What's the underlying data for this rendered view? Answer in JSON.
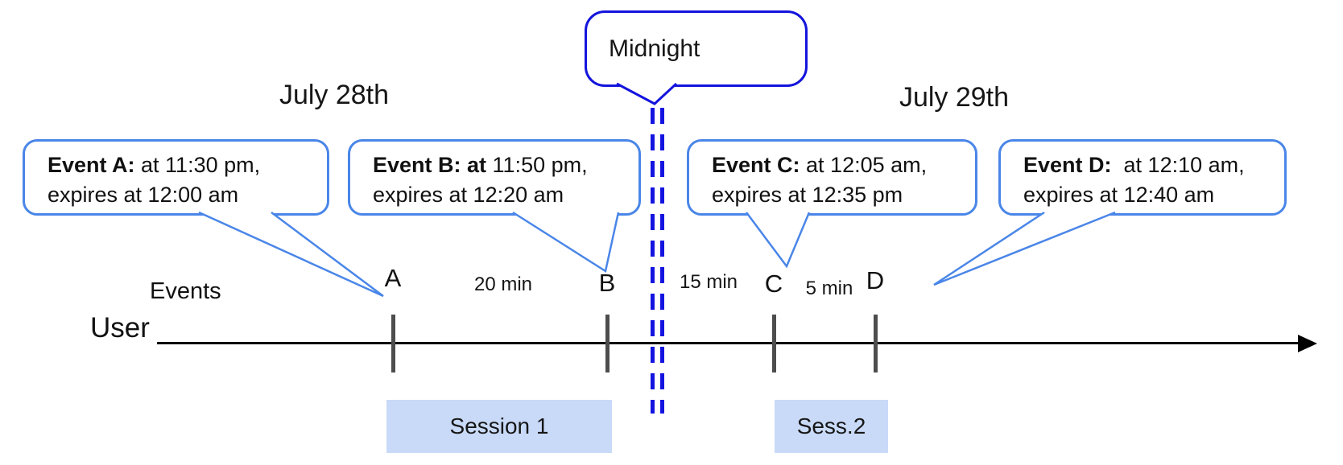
{
  "dates": {
    "left": "July 28th",
    "right": "July 29th"
  },
  "midnight": {
    "label": "Midnight"
  },
  "events": [
    {
      "bold": "Event A:",
      "line1": " at 11:30 pm,",
      "line2": "expires at 12:00 am",
      "tick": "A"
    },
    {
      "bold": "Event B: at",
      "line1": " 11:50 pm,",
      "line2": "expires at 12:20 am",
      "tick": "B"
    },
    {
      "bold": "Event C:",
      "line1": " at 12:05 am,",
      "line2": "expires at 12:35 pm",
      "tick": "C"
    },
    {
      "bold": "Event D:",
      "line1": "  at 12:10 am,",
      "line2": "expires at 12:40 am",
      "tick": "D"
    }
  ],
  "timeline": {
    "events_label": "Events",
    "user_label": "User",
    "intervals": [
      {
        "label": "20 min"
      },
      {
        "label": "15 min"
      },
      {
        "label": "5 min"
      }
    ]
  },
  "sessions": [
    {
      "label": "Session 1"
    },
    {
      "label": "Sess.2"
    }
  ],
  "colors": {
    "event_callout_border": "#4a86e8",
    "midnight_border": "#1414dd",
    "dashed_line": "#1414e0",
    "session_fill": "#c9daf8",
    "tick": "#4d4d4d",
    "timeline": "#000000"
  }
}
